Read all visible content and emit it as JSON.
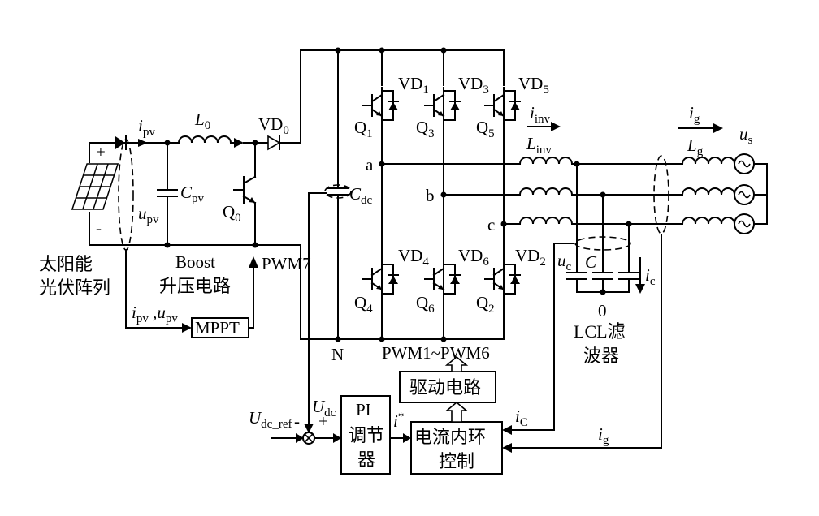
{
  "pv_array": {
    "label_line1": "太阳能",
    "label_line2": "光伏阵列",
    "plus": "+",
    "minus": "-"
  },
  "boost": {
    "label_line1": "Boost",
    "label_line2": "升压电路",
    "i_pv": "i",
    "i_pv_sub": "pv",
    "u_pv": "u",
    "u_pv_sub": "pv",
    "L0": "L",
    "L0_sub": "0",
    "VD0": "VD",
    "VD0_sub": "0",
    "Cpv": "C",
    "Cpv_sub": "pv",
    "Q0": "Q",
    "Q0_sub": "0",
    "pwm7": "PWM7"
  },
  "mppt": {
    "label": "MPPT",
    "input_label": "i",
    "input_sub1": "pv",
    "input_mid": " ,u",
    "input_sub2": "pv"
  },
  "dc_link": {
    "C": "C",
    "C_sub": "dc",
    "N": "N"
  },
  "inverter": {
    "VD1": "VD",
    "VD1_sub": "1",
    "VD3": "VD",
    "VD3_sub": "3",
    "VD5": "VD",
    "VD5_sub": "5",
    "VD4": "VD",
    "VD4_sub": "4",
    "VD6": "VD",
    "VD6_sub": "6",
    "VD2": "VD",
    "VD2_sub": "2",
    "Q1": "Q",
    "Q1_sub": "1",
    "Q3": "Q",
    "Q3_sub": "3",
    "Q5": "Q",
    "Q5_sub": "5",
    "Q4": "Q",
    "Q4_sub": "4",
    "Q6": "Q",
    "Q6_sub": "6",
    "Q2": "Q",
    "Q2_sub": "2",
    "phase_a": "a",
    "phase_b": "b",
    "phase_c": "c",
    "pwm_label": "PWM1~PWM6"
  },
  "filter": {
    "i_inv": "i",
    "i_inv_sub": "inv",
    "L_inv": "L",
    "L_inv_sub": "inv",
    "u_c": "u",
    "u_c_sub": "c",
    "C": "C",
    "i_c": "i",
    "i_c_sub": "c",
    "zero": "0",
    "label_line1": "LCL滤",
    "label_line2": "波器"
  },
  "grid": {
    "i_g": "i",
    "i_g_sub": "g",
    "L_g": "L",
    "L_g_sub": "g",
    "u_s": "u",
    "u_s_sub": "s"
  },
  "control": {
    "U_ref": "U",
    "U_ref_sub": "dc_ref",
    "U_dc": "U",
    "U_dc_sub": "dc",
    "minus": "-",
    "plus": "+",
    "pi_line1": "PI",
    "pi_line2": "调节",
    "pi_line3": "器",
    "i_star": "i",
    "i_star_sup": "*",
    "current_loop_line1": "电流内环",
    "current_loop_line2": "控制",
    "driver": "驱动电路",
    "iC_label": "i",
    "iC_sub": "C",
    "ig_label": "i",
    "ig_sub": "g"
  }
}
